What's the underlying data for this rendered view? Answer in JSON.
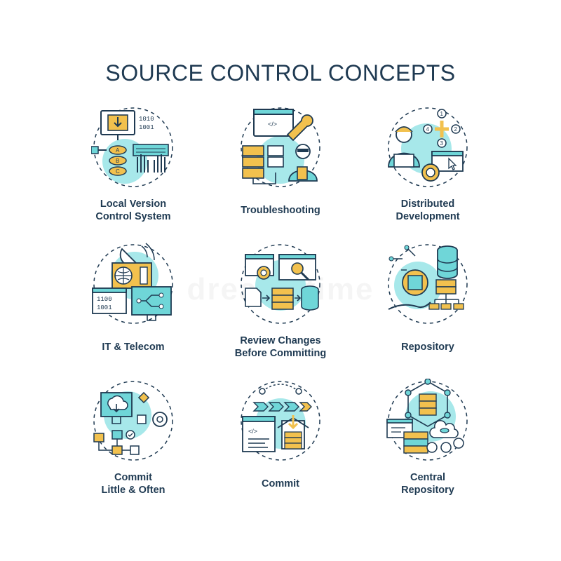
{
  "title": "SOURCE CONTROL CONCEPTS",
  "watermark": "dreamstime",
  "colors": {
    "accent": "#6fd6d8",
    "accent_light": "#a7e8ea",
    "outline": "#1f3a52",
    "yellow": "#f2c14e"
  },
  "concepts": [
    {
      "label_lines": [
        "Local Version",
        "Control System"
      ],
      "icon": "local-version-control-icon"
    },
    {
      "label_lines": [
        "Troubleshooting"
      ],
      "icon": "troubleshooting-icon"
    },
    {
      "label_lines": [
        "Distributed",
        "Development"
      ],
      "icon": "distributed-development-icon"
    },
    {
      "label_lines": [
        "IT & Telecom"
      ],
      "icon": "it-telecom-icon"
    },
    {
      "label_lines": [
        "Review Changes",
        "Before Committing"
      ],
      "icon": "review-changes-icon"
    },
    {
      "label_lines": [
        "Repository"
      ],
      "icon": "repository-icon"
    },
    {
      "label_lines": [
        "Commit",
        "Little & Often"
      ],
      "icon": "commit-little-often-icon"
    },
    {
      "label_lines": [
        "Commit"
      ],
      "icon": "commit-icon"
    },
    {
      "label_lines": [
        "Central",
        "Repository"
      ],
      "icon": "central-repository-icon"
    }
  ],
  "icon_text": {
    "binary_1": "1010",
    "binary_2": "1001",
    "abc_a": "A",
    "abc_b": "B",
    "abc_c": "C",
    "code_tag": "</>",
    "num_1": "1",
    "num_2": "2",
    "num_3": "3",
    "num_4": "4",
    "it_bin_1": "1100",
    "it_bin_2": "1001"
  }
}
